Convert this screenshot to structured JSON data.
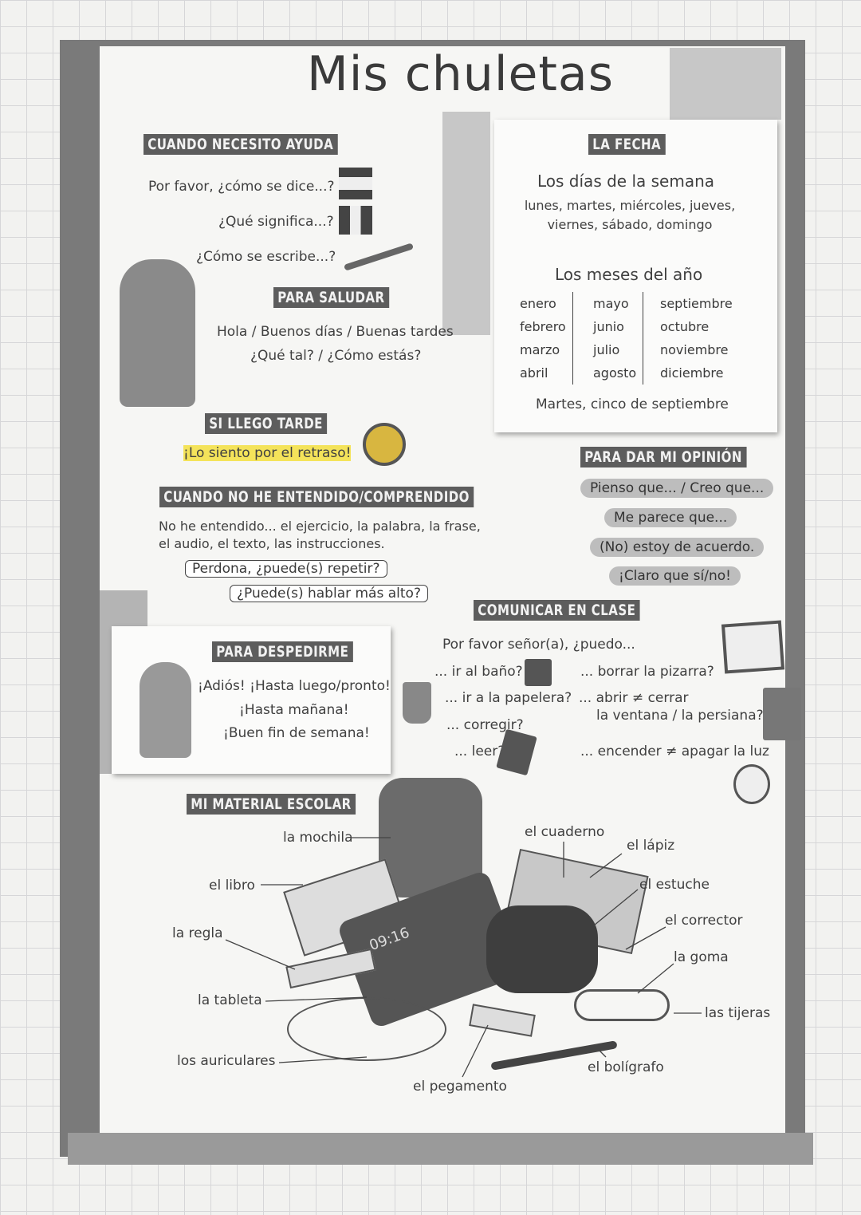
{
  "title": "Mis chuletas",
  "ayuda": {
    "heading": "CUANDO NECESITO AYUDA",
    "lines": [
      "Por favor, ¿cómo se dice...?",
      "¿Qué significa...?",
      "¿Cómo se escribe...?"
    ]
  },
  "saludar": {
    "heading": "PARA SALUDAR",
    "lines": [
      "Hola / Buenos días / Buenas tardes",
      "¿Qué tal? / ¿Cómo estás?"
    ]
  },
  "fecha": {
    "heading": "LA FECHA",
    "dias_title": "Los días de la semana",
    "dias": [
      "lunes, martes, miércoles, jueves,",
      "viernes, sábado, domingo"
    ],
    "meses_title": "Los meses del año",
    "meses": [
      [
        "enero",
        "febrero",
        "marzo",
        "abril"
      ],
      [
        "mayo",
        "junio",
        "julio",
        "agosto"
      ],
      [
        "septiembre",
        "octubre",
        "noviembre",
        "diciembre"
      ]
    ],
    "ejemplo": "Martes, cinco de septiembre"
  },
  "tarde": {
    "heading": "SI LLEGO TARDE",
    "line": "¡Lo siento por el retraso!"
  },
  "opinion": {
    "heading": "PARA DAR MI OPINIÓN",
    "bubbles": [
      "Pienso que... / Creo que...",
      "Me parece que...",
      "(No) estoy de acuerdo.",
      "¡Claro que sí/no!"
    ]
  },
  "entendido": {
    "heading": "CUANDO NO HE ENTENDIDO/COMPRENDIDO",
    "lines": [
      "No he entendido... el ejercicio, la palabra, la frase,",
      "el audio, el texto, las instrucciones."
    ],
    "speech": [
      "Perdona, ¿puede(s) repetir?",
      "¿Puede(s) hablar más alto?"
    ]
  },
  "despedirme": {
    "heading": "PARA DESPEDIRME",
    "lines": [
      "¡Adiós! ¡Hasta luego/pronto!",
      "¡Hasta mañana!",
      "¡Buen fin de semana!"
    ]
  },
  "clase": {
    "heading": "COMUNICAR EN CLASE",
    "intro": "Por favor señor(a), ¿puedo...",
    "left": [
      "... ir al baño?",
      "... ir a la papelera?",
      "... corregir?",
      "... leer?"
    ],
    "right": [
      "... borrar la pizarra?",
      "... abrir ≠ cerrar",
      "la ventana / la persiana?",
      "... encender ≠ apagar la luz"
    ]
  },
  "material": {
    "heading": "MI MATERIAL ESCOLAR",
    "tablet_time": "09:16",
    "labels": [
      "la mochila",
      "el libro",
      "la regla",
      "la tableta",
      "los auriculares",
      "el pegamento",
      "el cuaderno",
      "el lápiz",
      "el estuche",
      "el corrector",
      "la goma",
      "las tijeras",
      "el bolígrafo"
    ]
  }
}
